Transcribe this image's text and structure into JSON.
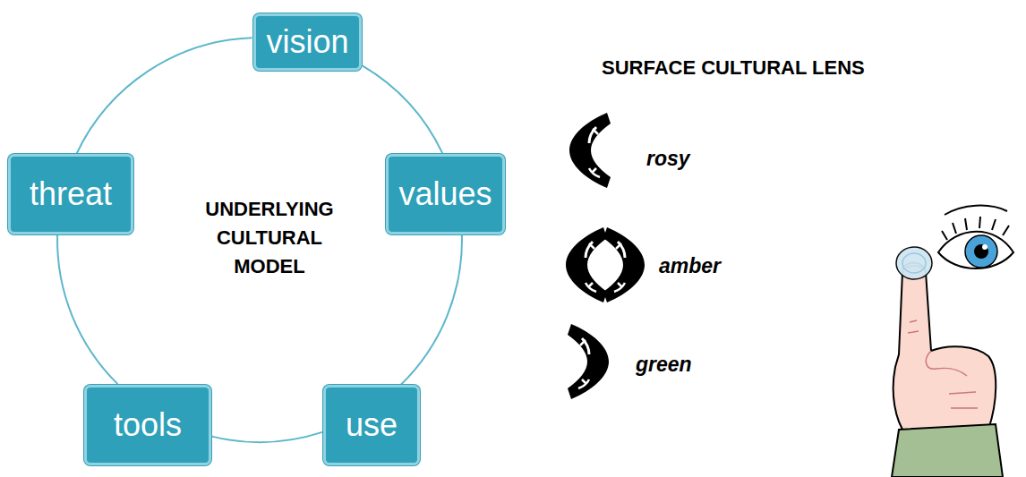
{
  "diagram": {
    "nodes": [
      {
        "text": [
          "vision"
        ]
      },
      {
        "text": [
          "values"
        ]
      },
      {
        "text": [
          "use"
        ]
      },
      {
        "text": [
          "tools"
        ]
      },
      {
        "text": [
          "threat"
        ]
      }
    ],
    "edges": [
      {
        "from": 0,
        "to": 1,
        "arrow": "none"
      },
      {
        "from": 1,
        "to": 2,
        "arrow": "none"
      },
      {
        "from": 2,
        "to": 3,
        "arrow": "none"
      },
      {
        "from": 3,
        "to": 4,
        "arrow": "none"
      },
      {
        "from": 4,
        "to": 0,
        "arrow": "none"
      }
    ],
    "labels": [
      "UNDERLYING CULTURAL MODEL",
      "SURFACE CULTURAL LENS",
      "rosy",
      "amber",
      "green"
    ]
  }
}
